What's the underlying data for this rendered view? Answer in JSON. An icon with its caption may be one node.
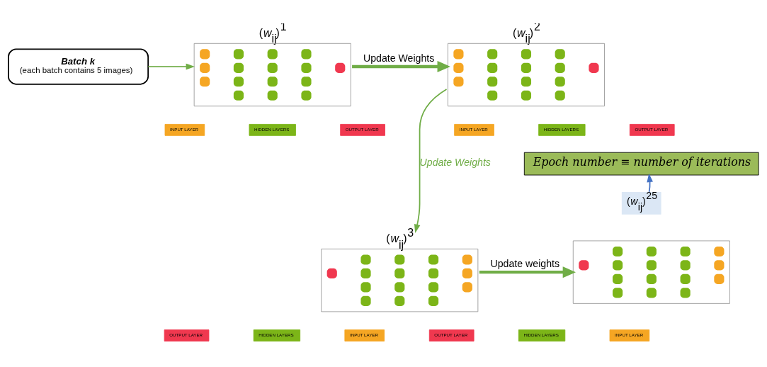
{
  "diagram": {
    "nodes": [
      {
        "text": [
          "Batch k",
          "(each batch contains 5 images)"
        ]
      },
      {
        "text": [],
        "shape": "picture",
        "beside": [
          "(*w*$_{ij}$)$^{1}$"
        ]
      },
      {
        "text": [
          "INPUT LAYER"
        ]
      },
      {
        "text": [
          "HIDDEN LAYERS"
        ]
      },
      {
        "text": [
          "OUTPUT LAYER"
        ]
      },
      {
        "text": [],
        "shape": "picture",
        "beside": [
          "(*w*$_{ij}$)$^{2}$"
        ]
      },
      {
        "text": [
          "INPUT LAYER"
        ]
      },
      {
        "text": [
          "HIDDEN LAYERS"
        ]
      },
      {
        "text": [
          "OUTPUT LAYER"
        ]
      },
      {
        "text": [
          "Epoch number ≡ number of iterations"
        ]
      },
      {
        "text": [
          "(*w*$_{ij}$)$^{25}$"
        ]
      },
      {
        "text": [],
        "shape": "picture"
      },
      {
        "text": [],
        "shape": "picture",
        "beside": [
          "(*w*$_{ij}$)$^{3}$"
        ]
      },
      {
        "text": [
          "OUTPUT LAYER"
        ]
      },
      {
        "text": [
          "HIDDEN LAYERS"
        ]
      },
      {
        "text": [
          "INPUT LAYER"
        ]
      },
      {
        "text": [
          "OUTPUT LAYER"
        ]
      },
      {
        "text": [
          "HIDDEN LAYERS"
        ]
      },
      {
        "text": [
          "INPUT LAYER"
        ]
      }
    ],
    "edges": [
      {
        "from": 0,
        "to": 1,
        "arrow": "to"
      },
      {
        "from": 1,
        "to": 5,
        "arrow": "to",
        "label": "Update Weights",
        "style": "thick"
      },
      {
        "from": 5,
        "to": 12,
        "arrow": "to",
        "label": "Update Weights"
      },
      {
        "from": 12,
        "to": 11,
        "arrow": "to",
        "label": "Update weights",
        "style": "thick"
      },
      {
        "from": 10,
        "to": 9,
        "arrow": "to",
        "color": "#4472c4"
      }
    ]
  }
}
